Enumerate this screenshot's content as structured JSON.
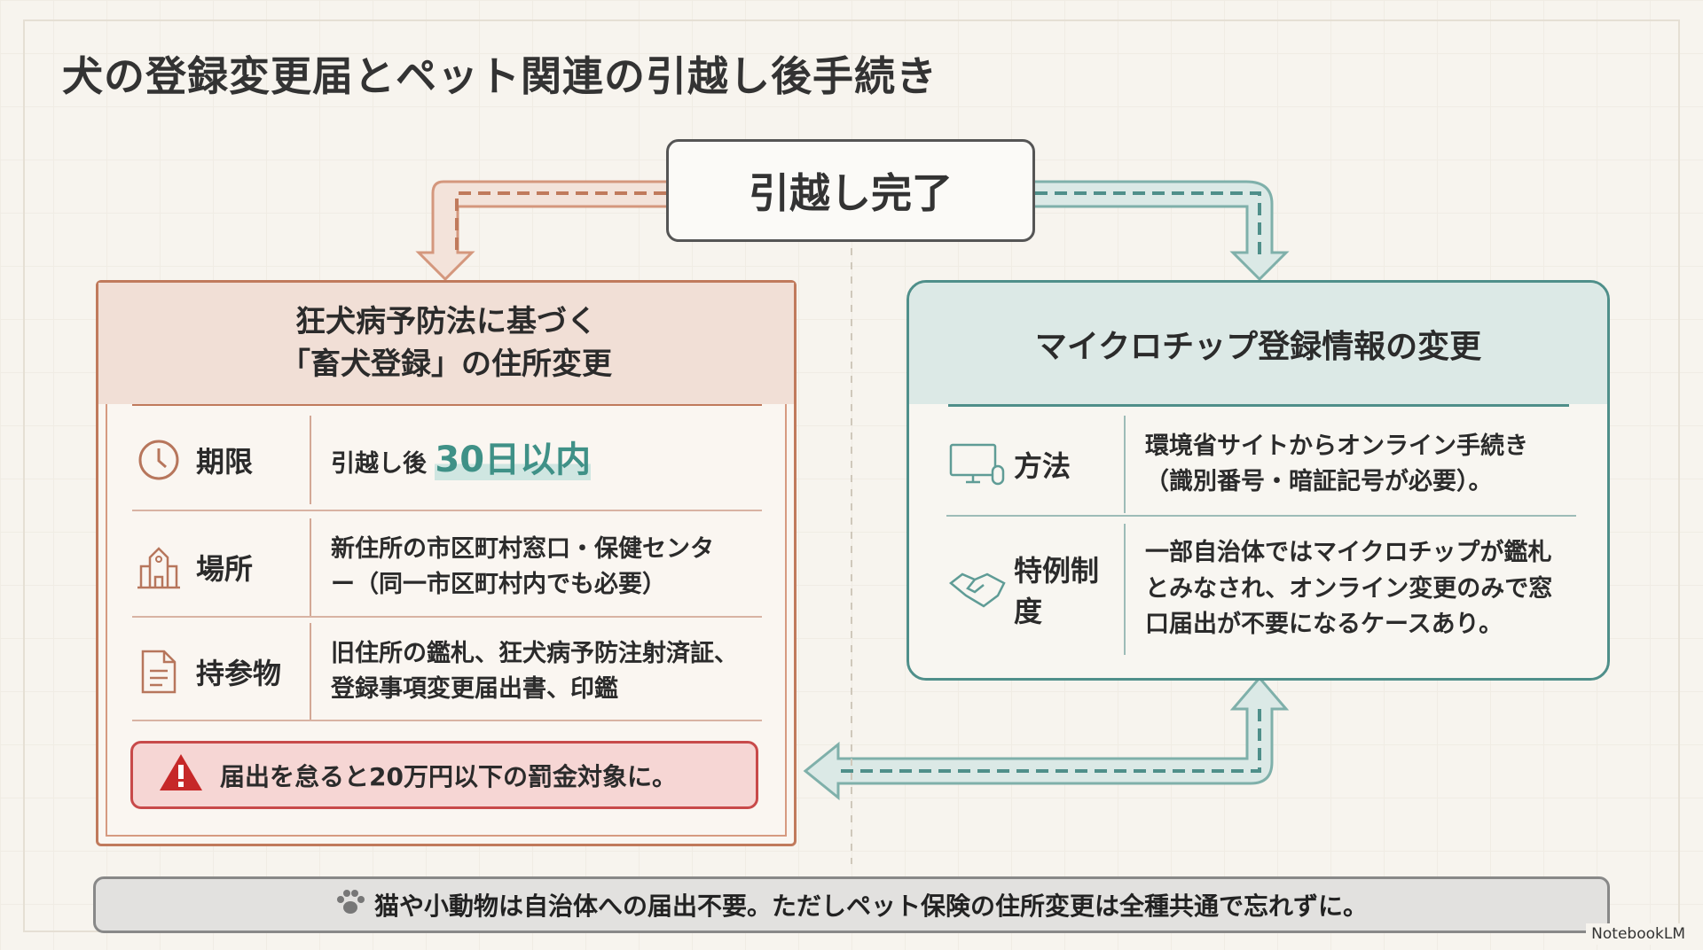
{
  "title": "犬の登録変更届とペット関連の引越し後手続き",
  "start": "引越し完了",
  "left_card": {
    "title_line1": "狂犬病予防法に基づく",
    "title_line2": "「畜犬登録」の住所変更",
    "rows": [
      {
        "icon": "clock-icon",
        "label": "期限",
        "value_prefix": "引越し後",
        "value_highlight": "30日以内"
      },
      {
        "icon": "building-icon",
        "label": "場所",
        "value": "新住所の市区町村窓口・保健センター（同一市区町村内でも必要）"
      },
      {
        "icon": "document-icon",
        "label": "持参物",
        "value": "旧住所の鑑札、狂犬病予防注射済証、登録事項変更届出書、印鑑"
      }
    ],
    "warning": "届出を怠ると20万円以下の罰金対象に。"
  },
  "right_card": {
    "title": "マイクロチップ登録情報の変更",
    "rows": [
      {
        "icon": "computer-icon",
        "label": "方法",
        "value": "環境省サイトからオンライン手続き（識別番号・暗証記号が必要）。"
      },
      {
        "icon": "handshake-icon",
        "label": "特例制度",
        "value": "一部自治体ではマイクロチップが鑑札とみなされ、オンライン変更のみで窓口届出が不要になるケースあり。"
      }
    ]
  },
  "footer": "猫や小動物は自治体への届出不要。ただしペット保険の住所変更は全種共通で忘れずに。",
  "brand": "NotebookLM",
  "colors": {
    "left": "#c07a5c",
    "right": "#4f8f8a",
    "warning": "#c84a4a",
    "highlight": "#3f9187"
  }
}
